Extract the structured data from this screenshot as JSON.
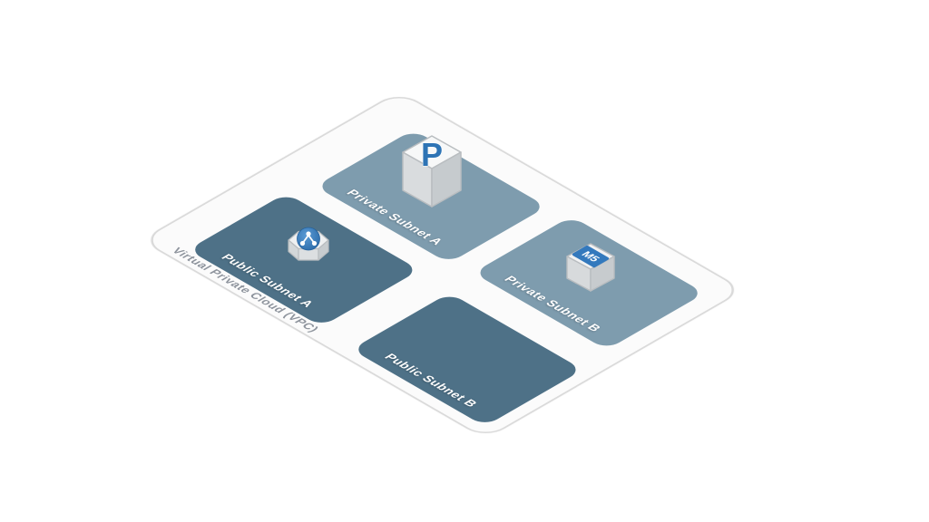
{
  "diagram": {
    "vpc_label": "Virtual Private Cloud (VPC)",
    "subnets": [
      {
        "id": "private-subnet-a",
        "label": "Private Subnet A",
        "type": "private",
        "color": "#7e9cae",
        "icon": "p-cube-icon"
      },
      {
        "id": "private-subnet-b",
        "label": "Private Subnet B",
        "type": "private",
        "color": "#7e9cae",
        "icon": "m5-instance-cube-icon"
      },
      {
        "id": "public-subnet-a",
        "label": "Public Subnet A",
        "type": "public",
        "color": "#4e7187",
        "icon": "load-balancer-hex-icon"
      },
      {
        "id": "public-subnet-b",
        "label": "Public Subnet B",
        "type": "public",
        "color": "#4e7187",
        "icon": null
      }
    ],
    "icons": {
      "p_cube_letter": "P",
      "m5_badge_label": "M5"
    },
    "colors": {
      "private_subnet": "#7e9cae",
      "public_subnet": "#4e7187",
      "plane_fill": "#fbfbfb",
      "plane_border": "#dadada",
      "subnet_label_text": "#ffffff",
      "vpc_label_text": "#8d939c",
      "icon_blue": "#2e74b5",
      "cube_top": "#f4f5f6",
      "cube_left": "#d9dcde",
      "cube_right": "#c6cbce"
    }
  }
}
